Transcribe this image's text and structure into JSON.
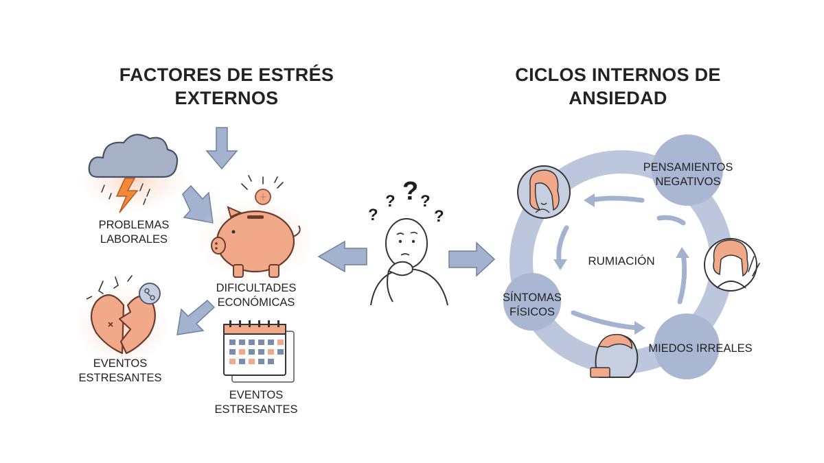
{
  "left_section": {
    "title_line1": "FACTORES DE ESTRÉS",
    "title_line2": "EXTERNOS",
    "items": [
      {
        "line1": "PROBLEMAS",
        "line2": "LABORALES",
        "icon": "storm-cloud-icon"
      },
      {
        "line1": "DIFICULTADES",
        "line2": "ECONÓMICAS",
        "icon": "piggy-bank-icon"
      },
      {
        "line1": "EVENTOS",
        "line2": "ESTRESANTES",
        "icon": "broken-heart-icon"
      },
      {
        "line1": "EVENTOS",
        "line2": "ESTRESANTES",
        "icon": "calendar-icon"
      }
    ]
  },
  "center": {
    "glyphs": [
      "?",
      "?",
      "?",
      "?",
      "?"
    ],
    "icon": "confused-thinking-person-icon"
  },
  "right_section": {
    "title_line1": "CICLOS INTERNOS DE",
    "title_line2": "ANSIEDAD",
    "center_label": "RUMIACIÓN",
    "nodes": [
      {
        "line1": "PENSAMIENTOS",
        "line2": "NEGATIVOS"
      },
      {
        "line1": "SÍNTOMAS",
        "line2": "FÍSICOS"
      },
      {
        "line1": "MIEDOS IRREALES",
        "line2": ""
      }
    ]
  },
  "colors": {
    "arrow_blue": "#9fb0cc",
    "cycle_blue": "#b5c1d9",
    "node_blue": "#a9b7d3",
    "peach": "#f2a98a",
    "peach_dark": "#c86e52",
    "cloud": "#a6b1c6",
    "lightning": "#f08a3a"
  }
}
